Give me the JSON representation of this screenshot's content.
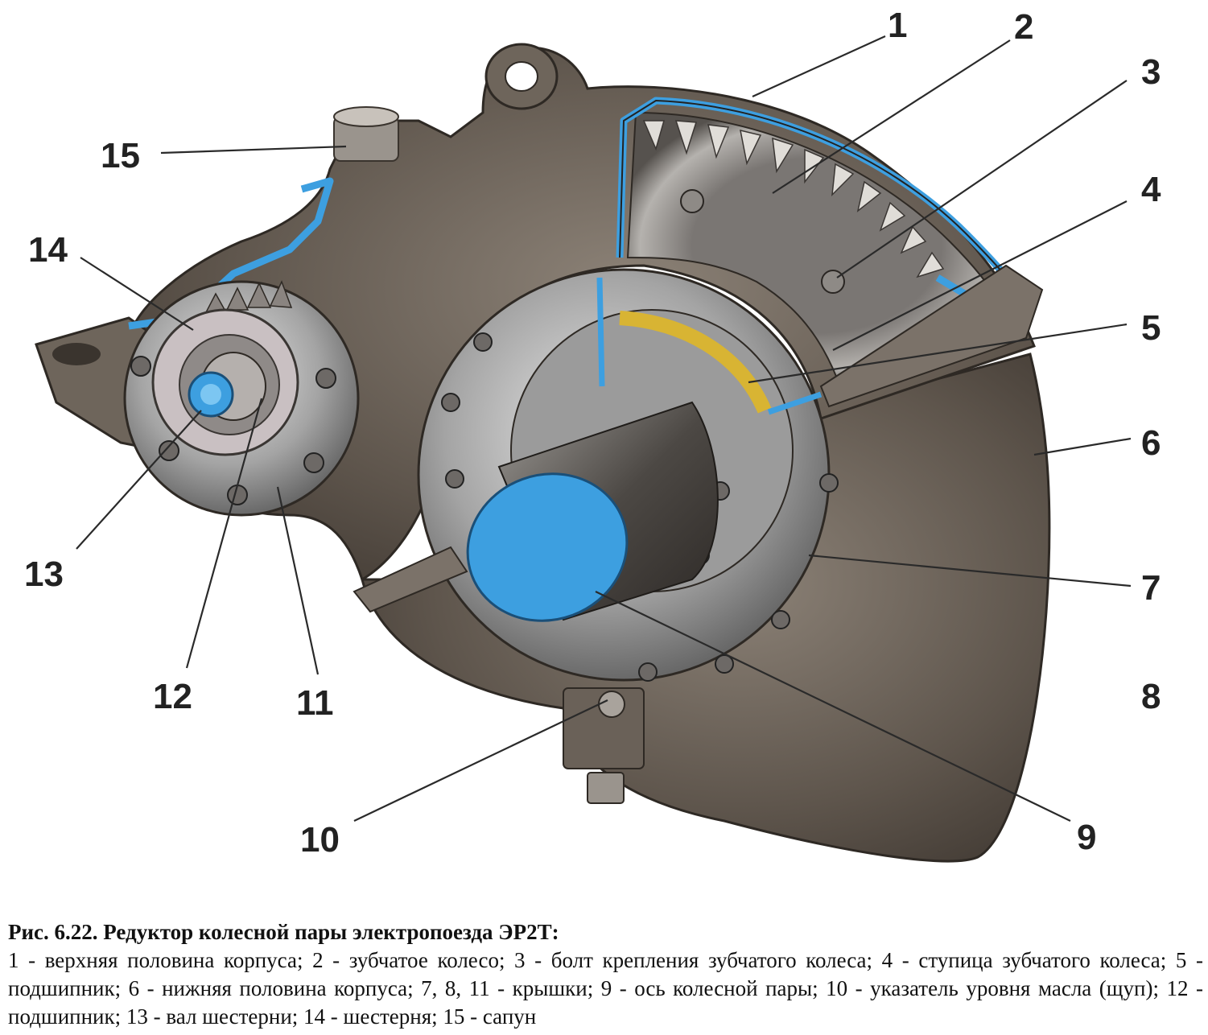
{
  "figure": {
    "callouts": [
      {
        "id": "1",
        "label": "1"
      },
      {
        "id": "2",
        "label": "2"
      },
      {
        "id": "3",
        "label": "3"
      },
      {
        "id": "4",
        "label": "4"
      },
      {
        "id": "5",
        "label": "5"
      },
      {
        "id": "6",
        "label": "6"
      },
      {
        "id": "7",
        "label": "7"
      },
      {
        "id": "8",
        "label": "8"
      },
      {
        "id": "9",
        "label": "9"
      },
      {
        "id": "10",
        "label": "10"
      },
      {
        "id": "11",
        "label": "11"
      },
      {
        "id": "12",
        "label": "12"
      },
      {
        "id": "13",
        "label": "13"
      },
      {
        "id": "14",
        "label": "14"
      },
      {
        "id": "15",
        "label": "15"
      }
    ],
    "colors": {
      "housing": "#5b5249",
      "housing_light": "#8a8076",
      "metal": "#9a9a9a",
      "section_blue": "#3d9fe0",
      "bearing_yellow": "#d8b433"
    }
  },
  "caption": {
    "title": "Рис. 6.22. Редуктор колесной пары электропоезда ЭР2Т:",
    "text": "1 - верхняя половина корпуса; 2 - зубчатое колесо; 3 - болт крепления зубчатого колеса; 4 - ступица зубчатого колеса; 5 - подшипник; 6 - нижняя половина корпуса; 7, 8, 11 - крышки; 9 - ось колесной пары; 10 - указатель уровня масла (щуп); 12 - подшипник; 13 - вал шестерни; 14 - шестерня; 15 - сапун"
  }
}
